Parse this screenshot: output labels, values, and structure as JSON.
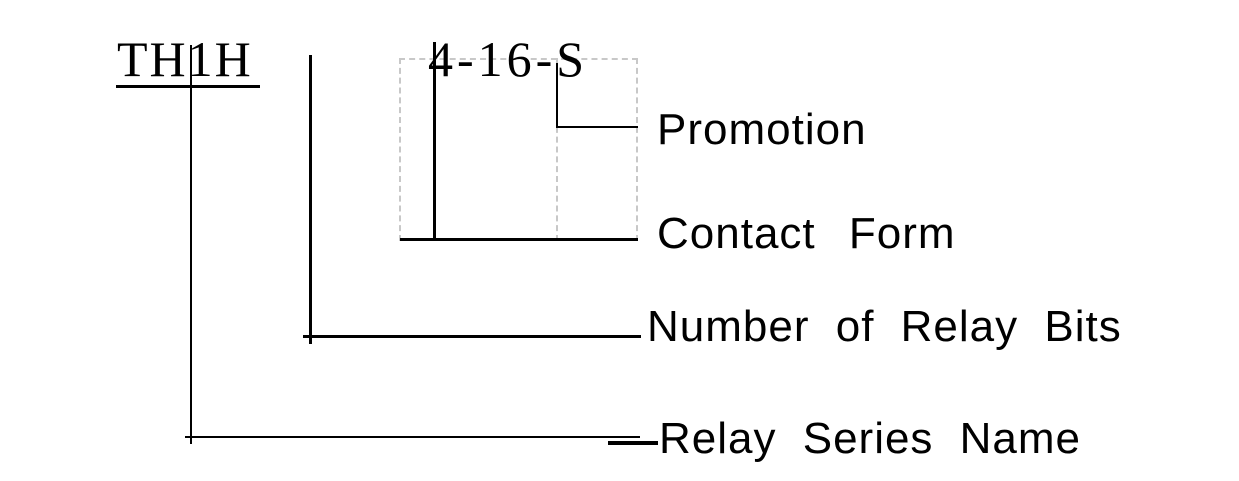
{
  "diagram": {
    "series_code": "TH1H",
    "variant_code": "4-16-S",
    "labels": {
      "promotion": "Promotion",
      "contact_form": "Contact Form",
      "relay_bits": "Number of Relay Bits",
      "series_name": "Relay Series Name"
    },
    "colors": {
      "line": "#000000",
      "dashed_box": "#c8c8c8",
      "text": "#000000",
      "background": "#ffffff"
    }
  }
}
